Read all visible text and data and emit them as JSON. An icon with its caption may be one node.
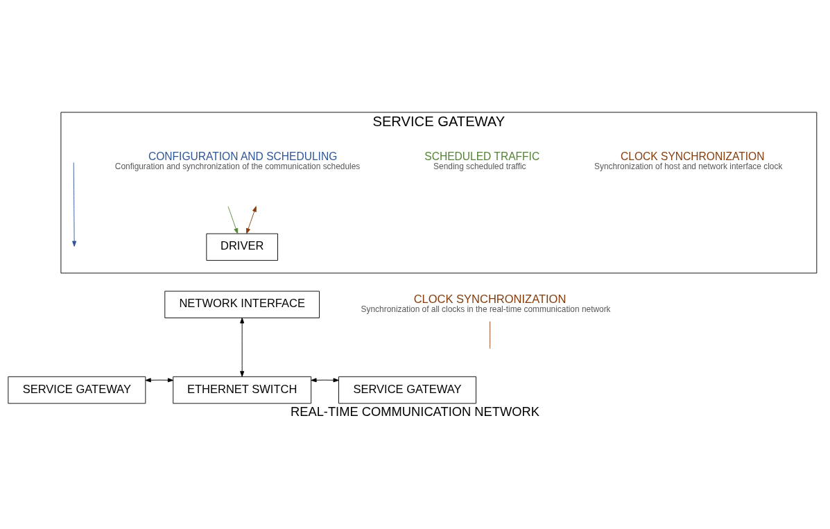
{
  "diagram": {
    "caption": "REAL-TIME COMMUNICATION NETWORK",
    "nodes": [
      {
        "text": [
          "SERVICE GATEWAY"
        ]
      },
      {
        "text": [
          "DRIVER"
        ],
        "in": 0
      },
      {
        "text": [
          "NETWORK INTERFACE"
        ]
      },
      {
        "text": [
          "ETHERNET SWITCH"
        ]
      },
      {
        "text": [
          "SERVICE GATEWAY"
        ]
      },
      {
        "text": [
          "SERVICE GATEWAY"
        ]
      },
      {
        "text": [
          "CLOCK SYNCHRONIZATION",
          "Synchronization of all clocks in the real-time communication network"
        ]
      }
    ],
    "edges": [
      {
        "from": null,
        "to": 1,
        "arrow": "to",
        "color": "#548235"
      },
      {
        "from": null,
        "to": 1,
        "arrow": "both",
        "color": "#843c0c"
      },
      {
        "from": 2,
        "to": 3,
        "arrow": "both"
      },
      {
        "from": 4,
        "to": 3,
        "arrow": "both"
      },
      {
        "from": 3,
        "to": 5,
        "arrow": "both"
      },
      {
        "from": 6,
        "to": null,
        "arrow": "none",
        "color": "#843c0c"
      }
    ],
    "labels": [
      "CONFIGURATION AND SCHEDULING",
      "Configuration and synchronization of the communication schedules",
      "SCHEDULED TRAFFIC",
      "Sending scheduled traffic",
      "CLOCK SYNCHRONIZATION",
      "Synchronization of host and network interface clock"
    ]
  }
}
